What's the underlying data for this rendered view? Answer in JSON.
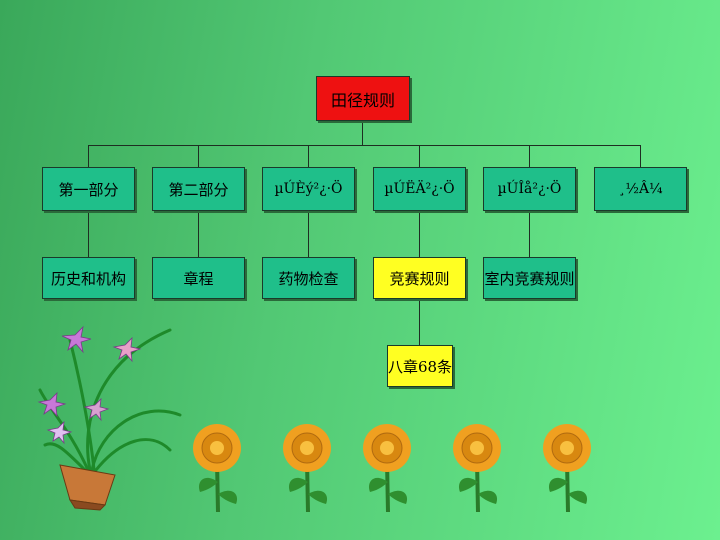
{
  "root": "田径规则",
  "level1": [
    "第一部分",
    "第二部分",
    "µÚÈý²¿·Ö",
    "µÚËÄ²¿·Ö",
    "µÚÎå²¿·Ö",
    "¸½Â¼"
  ],
  "level2": [
    "历史和机构",
    "章程",
    "药物检查",
    "竞赛规则",
    "室内竞赛规则"
  ],
  "level3": "八章68条",
  "colors": {
    "root": "#ee1111",
    "node": "#1fbf8a",
    "highlight": "#ffff22"
  }
}
